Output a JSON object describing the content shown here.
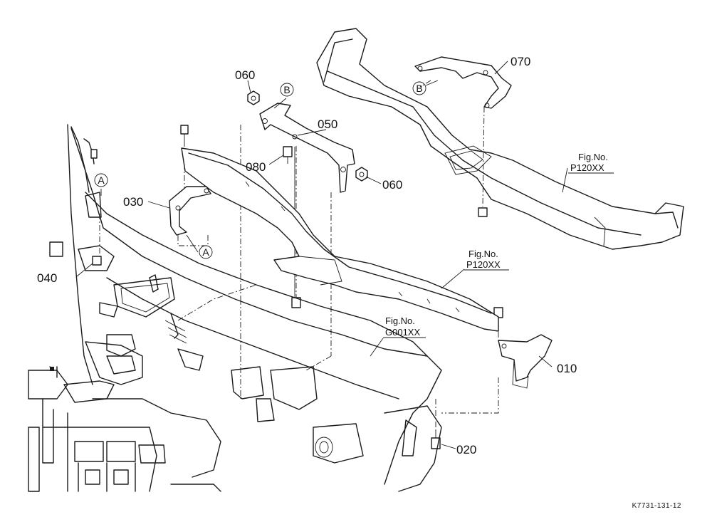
{
  "callouts": {
    "p010": "010",
    "p020": "020",
    "p030": "030",
    "p040": "040",
    "p050": "050",
    "p060a": "060",
    "p060b": "060",
    "p070": "070",
    "p080": "080"
  },
  "refs": {
    "a1": "A",
    "a2": "A",
    "b1": "B",
    "b2": "B"
  },
  "fig_refs": {
    "f1_label": "Fig.No.",
    "f1_code": "P120XX",
    "f2_label": "Fig.No.",
    "f2_code": "P120XX",
    "f3_label": "Fig.No.",
    "f3_code": "G001XX"
  },
  "drawing_code": "K7731-131-12"
}
